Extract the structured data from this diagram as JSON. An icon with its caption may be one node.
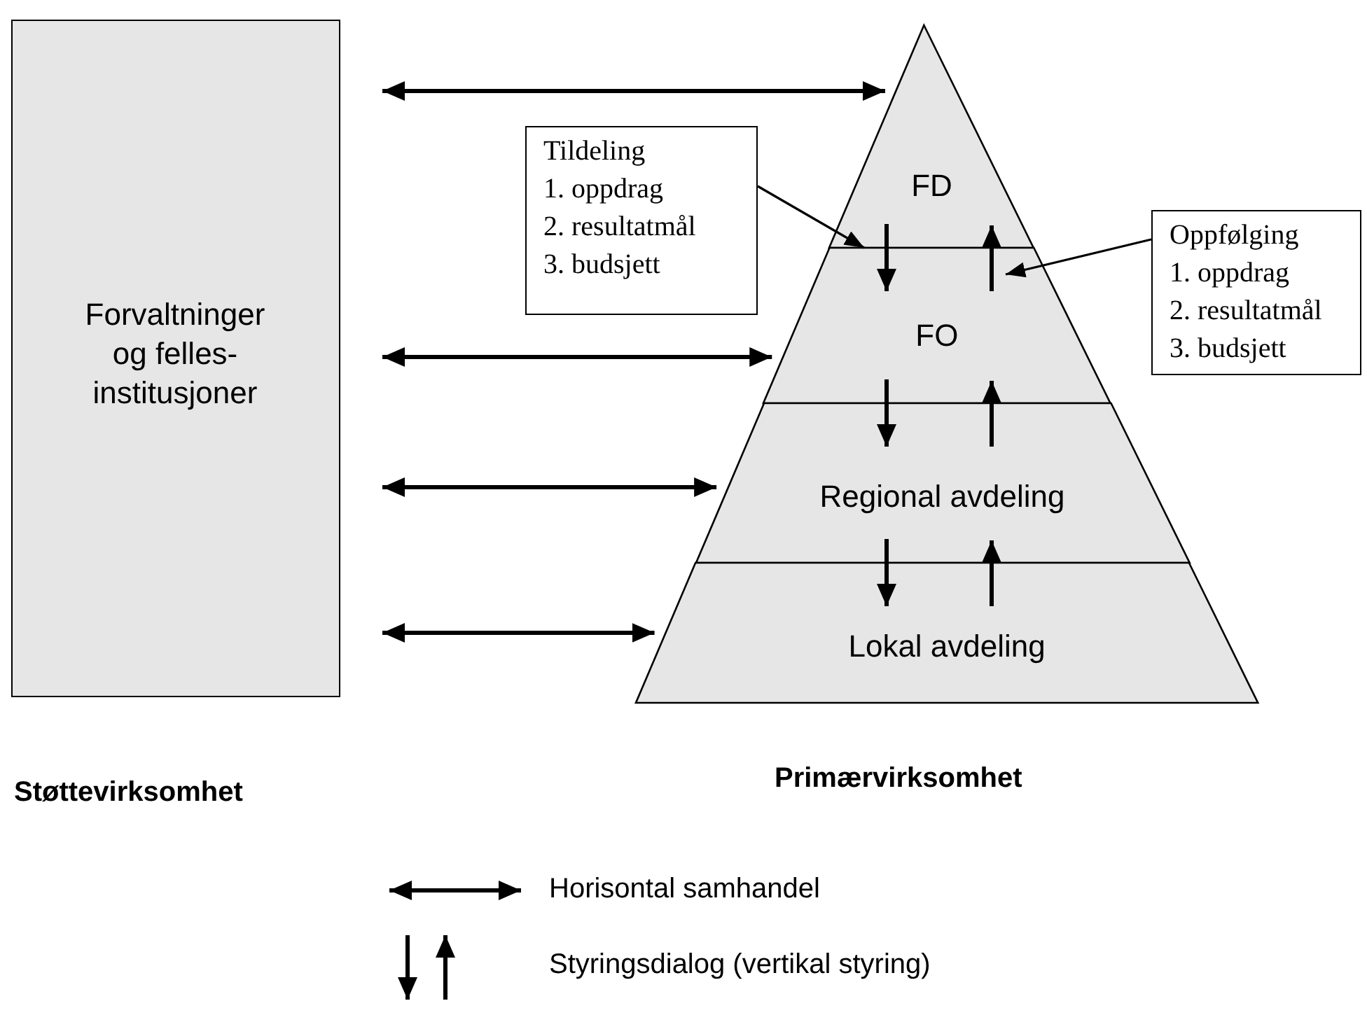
{
  "diagram": {
    "nodes": [
      {
        "text": [
          "Forvaltninger og felles- institusjoner"
        ]
      },
      {
        "text": [
          "FD"
        ]
      },
      {
        "text": [
          "FO"
        ]
      },
      {
        "text": [
          "Regional avdeling"
        ]
      },
      {
        "text": [
          "Lokal avdeling"
        ]
      },
      {
        "text": [
          "Tildeling",
          "1. oppdrag",
          "2. resultatmål",
          "3. budsjett"
        ]
      },
      {
        "text": [
          "Oppfølging",
          "1. oppdrag",
          "2. resultatmål",
          "3. budsjett"
        ]
      }
    ],
    "edges": [
      {
        "from": 0,
        "to": 1,
        "arrow": "both"
      },
      {
        "from": 0,
        "to": 2,
        "arrow": "both"
      },
      {
        "from": 0,
        "to": 3,
        "arrow": "both"
      },
      {
        "from": 0,
        "to": 4,
        "arrow": "both"
      },
      {
        "from": 1,
        "to": 2,
        "arrow": "to"
      },
      {
        "from": 2,
        "to": 1,
        "arrow": "to"
      },
      {
        "from": 2,
        "to": 3,
        "arrow": "to"
      },
      {
        "from": 3,
        "to": 2,
        "arrow": "to"
      },
      {
        "from": 3,
        "to": 4,
        "arrow": "to"
      },
      {
        "from": 4,
        "to": 3,
        "arrow": "to"
      },
      {
        "from": 5,
        "to": 1,
        "arrow": "to"
      },
      {
        "from": 6,
        "to": 2,
        "arrow": "to"
      }
    ],
    "labels": [
      "Støttevirksomhet",
      "Primærvirksomhet"
    ],
    "legend": [
      {
        "text": "Horisontal samhandel"
      },
      {
        "text": "Styringsdialog (vertikal styring)"
      }
    ]
  }
}
